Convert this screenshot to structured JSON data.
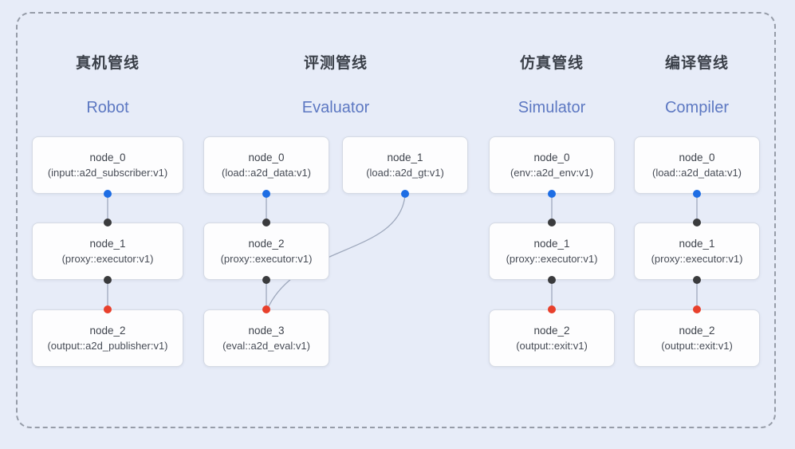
{
  "pipelines": [
    {
      "title_zh": "真机管线",
      "title_en": "Robot",
      "nodes": [
        {
          "name": "node_0",
          "impl": "(input::a2d_subscriber:v1)"
        },
        {
          "name": "node_1",
          "impl": "(proxy::executor:v1)"
        },
        {
          "name": "node_2",
          "impl": "(output::a2d_publisher:v1)"
        }
      ]
    },
    {
      "title_zh": "评测管线",
      "title_en": "Evaluator",
      "nodes": [
        {
          "name": "node_0",
          "impl": "(load::a2d_data:v1)"
        },
        {
          "name": "node_1",
          "impl": "(load::a2d_gt:v1)"
        },
        {
          "name": "node_2",
          "impl": "(proxy::executor:v1)"
        },
        {
          "name": "node_3",
          "impl": "(eval::a2d_eval:v1)"
        }
      ]
    },
    {
      "title_zh": "仿真管线",
      "title_en": "Simulator",
      "nodes": [
        {
          "name": "node_0",
          "impl": "(env::a2d_env:v1)"
        },
        {
          "name": "node_1",
          "impl": "(proxy::executor:v1)"
        },
        {
          "name": "node_2",
          "impl": "(output::exit:v1)"
        }
      ]
    },
    {
      "title_zh": "编译管线",
      "title_en": "Compiler",
      "nodes": [
        {
          "name": "node_0",
          "impl": "(load::a2d_data:v1)"
        },
        {
          "name": "node_1",
          "impl": "(proxy::executor:v1)"
        },
        {
          "name": "node_2",
          "impl": "(output::exit:v1)"
        }
      ]
    }
  ],
  "colors": {
    "background": "#e7ecf8",
    "frame_dash": "#969ca8",
    "node_fill": "#fdfdfe",
    "node_border": "#d5dae4",
    "connector": "#9fa9bd",
    "port_blue": "#1d6de4",
    "port_black": "#3a3b3d",
    "port_red": "#e8402c",
    "title_zh_color": "#3b4049",
    "title_en_color": "#5d78c2"
  }
}
